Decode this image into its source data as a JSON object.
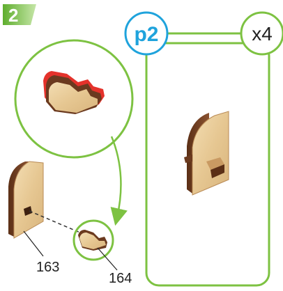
{
  "step": {
    "number": "2"
  },
  "page_badge": {
    "label": "p2"
  },
  "quantity_badge": {
    "label": "x4"
  },
  "parts": {
    "part_a_number": "163",
    "part_b_number": "164"
  },
  "colors": {
    "step_green": "#7dc242",
    "frame_green": "#7dc242",
    "badge_blue": "#1fa3dc",
    "wood_light": "#e9cf9f",
    "wood_mid": "#d8b47c",
    "wood_dark": "#6b3a1f",
    "highlight_red": "#e4322b"
  },
  "icons": {
    "step_badge": "step-number-badge",
    "zoom_callout": "magnifier-callout-circle",
    "assembly_arrow": "curved-arrow"
  }
}
